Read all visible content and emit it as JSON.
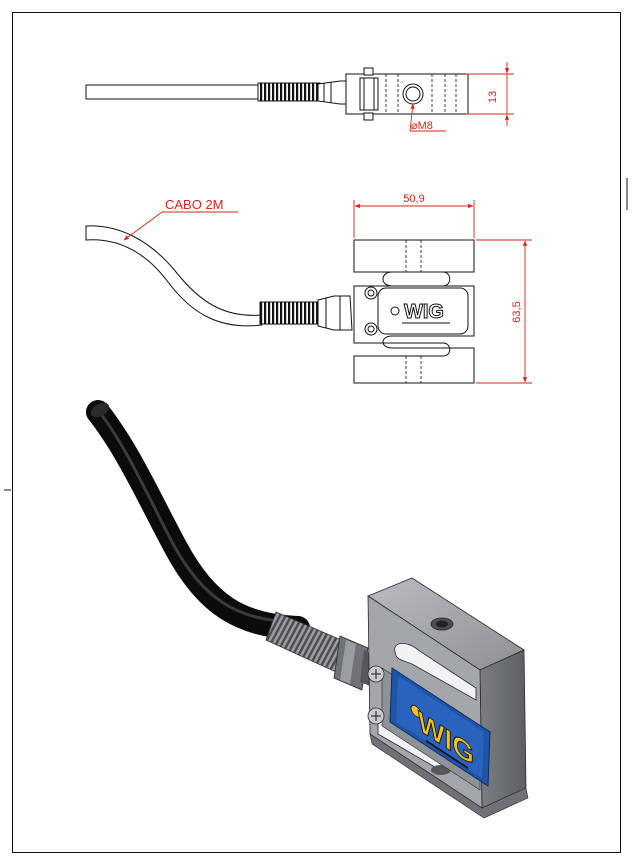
{
  "annotations": {
    "thickness": "13",
    "thread": "⌀M8",
    "cable": "CABO 2M",
    "width": "50,9",
    "height": "63,5"
  },
  "logo": {
    "brand": "WIG"
  },
  "colors": {
    "dimension": "#e0201a",
    "outline": "#111111",
    "cable": "#1a1a1a",
    "steel": "#8e9196",
    "label_blue": "#1f55a8",
    "brand_yellow": "#f2c21a"
  }
}
